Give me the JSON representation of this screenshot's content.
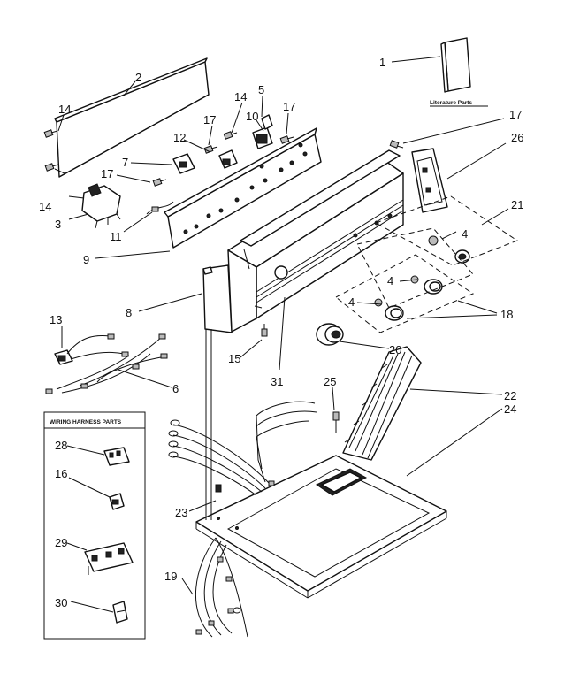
{
  "diagram": {
    "literature_label": "Literature Parts",
    "inset_title": "WIRING HARNESS PARTS",
    "callouts": {
      "c1": "1",
      "c2": "2",
      "c3": "3",
      "c4a": "4",
      "c4b": "4",
      "c4c": "4",
      "c5": "5",
      "c6": "6",
      "c7": "7",
      "c8": "8",
      "c9": "9",
      "c10": "10",
      "c11": "11",
      "c12": "12",
      "c13": "13",
      "c14a": "14",
      "c14b": "14",
      "c14c": "14",
      "c15": "15",
      "c16": "16",
      "c17a": "17",
      "c17b": "17",
      "c17c": "17",
      "c17d": "17",
      "c18": "18",
      "c19": "19",
      "c20": "20",
      "c21": "21",
      "c22": "22",
      "c23": "23",
      "c24": "24",
      "c25": "25",
      "c26": "26",
      "c28": "28",
      "c29": "29",
      "c30": "30",
      "c31": "31"
    }
  }
}
